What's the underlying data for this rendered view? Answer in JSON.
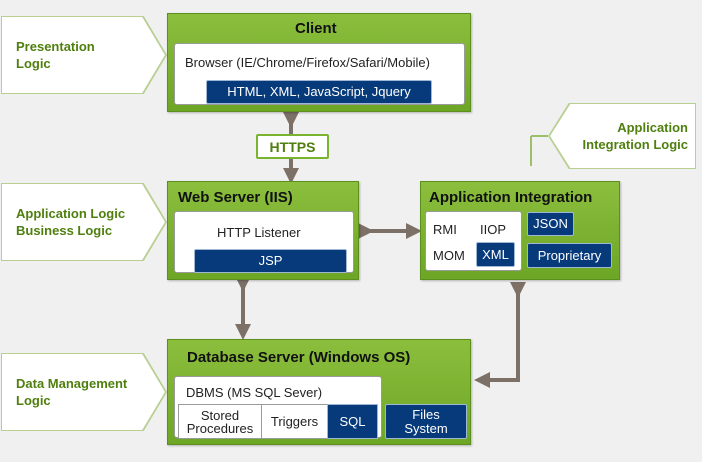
{
  "callouts": {
    "presentation": [
      "Presentation",
      "Logic"
    ],
    "application": [
      "Application Logic",
      "Business Logic"
    ],
    "data": [
      "Data Management",
      "Logic"
    ],
    "integration": [
      "Application",
      "Integration Logic"
    ]
  },
  "client": {
    "title": "Client",
    "browser": "Browser (IE/Chrome/Firefox/Safari/Mobile)",
    "tech": "HTML, XML, JavaScript, Jquery"
  },
  "https_label": "HTTPS",
  "web_server": {
    "title": "Web Server (IIS)",
    "listener": "HTTP Listener",
    "jsp": "JSP"
  },
  "app_integration": {
    "title": "Application Integration",
    "rmi": "RMI",
    "iiop": "IIOP",
    "mom": "MOM",
    "xml": "XML",
    "json": "JSON",
    "proprietary": "Proprietary"
  },
  "database": {
    "title": "Database Server (Windows OS)",
    "dbms": "DBMS (MS SQL Sever)",
    "stored": [
      "Stored",
      "Procedures"
    ],
    "triggers": "Triggers",
    "sql": "SQL",
    "files": [
      "Files",
      "System"
    ]
  },
  "colors": {
    "panel_green": "#7ab42f",
    "label_green": "#4f7f0e",
    "navy": "#073a7a",
    "arrow": "#7c7067"
  }
}
